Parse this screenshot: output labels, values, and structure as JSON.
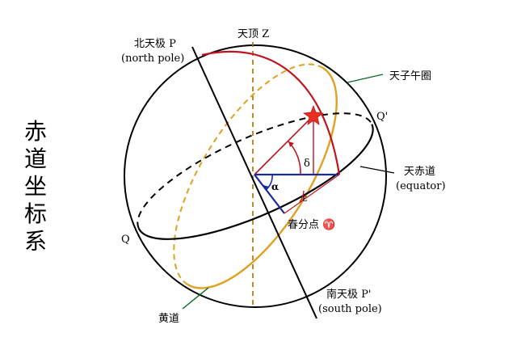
{
  "title_chars": [
    "赤",
    "道",
    "坐",
    "标",
    "系"
  ],
  "labels": {
    "north_pole_cn": "北天极 P",
    "north_pole_en": "(north pole)",
    "zenith": "天顶 Z",
    "meridian": "天子午圈",
    "q_prime": "Q'",
    "equator_cn": "天赤道",
    "equator_en": "(equator)",
    "q": "Q",
    "vernal_equinox": "春分点 ♈",
    "south_pole_cn": "南天极 P'",
    "south_pole_en": "(south pole)",
    "ecliptic": "黄道",
    "alpha": "α",
    "delta": "δ",
    "epsilon": "ε"
  },
  "colors": {
    "sphere": "#000000",
    "meridian": "#c0141e",
    "ecliptic": "#e0a020",
    "equator": "#000000",
    "axis": "#000000",
    "ra_line": "#1a2a9c",
    "dec_arc": "#c0141e",
    "star": "#e8301e",
    "zenith_line": "#b06a00"
  },
  "icons": {
    "star": "star-icon",
    "vernal_equinox_symbol": "aries-icon"
  }
}
